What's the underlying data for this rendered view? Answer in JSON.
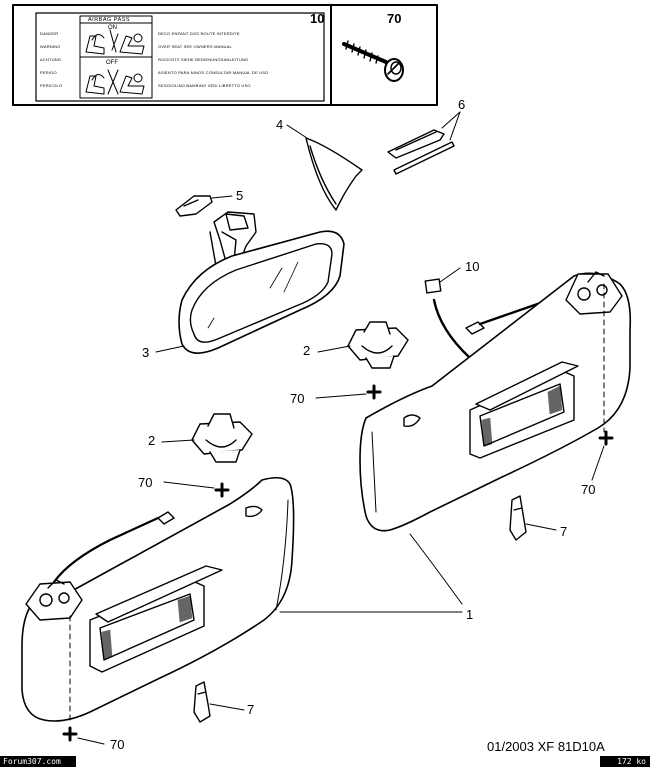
{
  "info_box": {
    "ref_label": "10",
    "screw_label": "70",
    "airbag_title": "AIRBAG PASS",
    "state_on": "ON",
    "state_off": "OFF",
    "languages": [
      "DANGER",
      "WARNING",
      "ACHTUNG",
      "PERIGO",
      "PERICOLO"
    ],
    "warnings": [
      "DECO ENFANT DOS ROUTE INTERDITE",
      "OVER SEAT SEE OWNERS MANUAL",
      "RUCKSITZ SIEHE BEDIENUNGSANLEITUNG",
      "ASIENTO PARA NINOS CONSULTAR MANUAL DE USO",
      "SEGGIOLINO BAMBINO VEDI LIBRETTO USO"
    ]
  },
  "callouts": {
    "c1": "1",
    "c2a": "2",
    "c2b": "2",
    "c3": "3",
    "c4": "4",
    "c5": "5",
    "c6": "6",
    "c7a": "7",
    "c7b": "7",
    "c10": "10",
    "c70a": "70",
    "c70b": "70",
    "c70c": "70",
    "c70d": "70"
  },
  "footer": {
    "reference": "01/2003   XF 81D10A",
    "watermark": "Forum307.com",
    "filesize": "172 ko"
  }
}
